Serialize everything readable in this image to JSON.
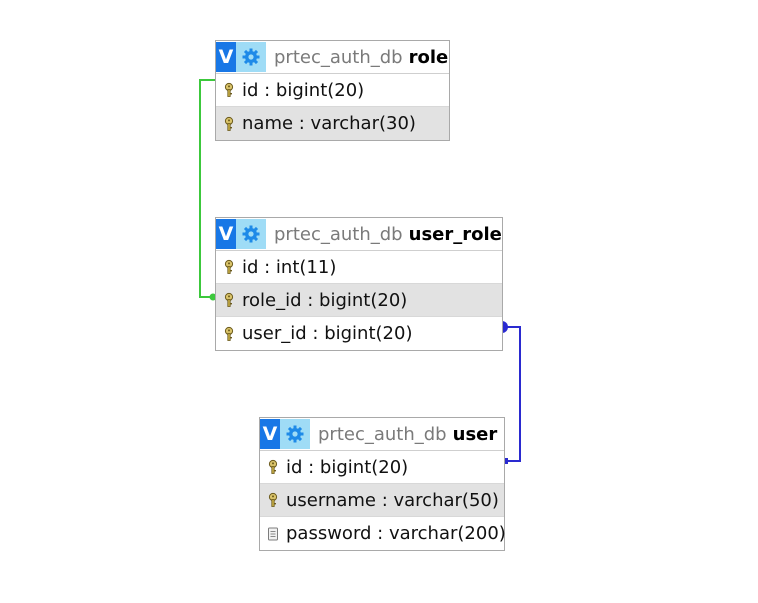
{
  "tables": [
    {
      "db": "prtec_auth_db",
      "name": "role",
      "columns": [
        {
          "label": "id : bigint(20)",
          "icon": "key-icon"
        },
        {
          "label": "name : varchar(30)",
          "icon": "key-icon"
        }
      ]
    },
    {
      "db": "prtec_auth_db",
      "name": "user_role",
      "columns": [
        {
          "label": "id : int(11)",
          "icon": "key-icon"
        },
        {
          "label": "role_id : bigint(20)",
          "icon": "key-icon"
        },
        {
          "label": "user_id : bigint(20)",
          "icon": "key-icon"
        }
      ]
    },
    {
      "db": "prtec_auth_db",
      "name": "user",
      "columns": [
        {
          "label": "id : bigint(20)",
          "icon": "key-icon"
        },
        {
          "label": "username : varchar(50)",
          "icon": "key-icon"
        },
        {
          "label": "password : varchar(200)",
          "icon": "column-icon"
        }
      ]
    }
  ],
  "header_buttons": {
    "toggle_label": "V",
    "toggle_icon": "toggle-icon",
    "options_icon": "gear-icon"
  },
  "relations": [
    {
      "from": "user_role.role_id",
      "to": "role.id",
      "color": "#3cc83c"
    },
    {
      "from": "user_role.user_id",
      "to": "user.id",
      "color": "#2a2ad0"
    }
  ],
  "colors": {
    "header_toggle": "#1877e6",
    "header_gear": "#9fdcf6",
    "alt_row": "#e2e2e2"
  }
}
